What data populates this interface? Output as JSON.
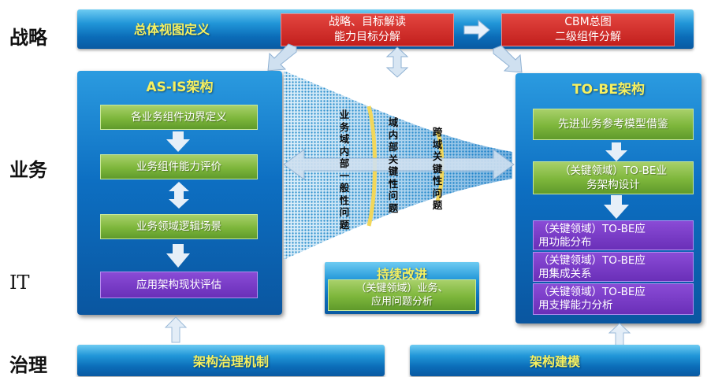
{
  "rows": {
    "strategy": "战略",
    "business": "业务",
    "it": "IT",
    "governance": "治理"
  },
  "strategy_bar": {
    "title": "总体视图定义",
    "box1_line1": "战略、目标解读",
    "box1_line2": "能力目标分解",
    "box2_line1": "CBM总图",
    "box2_line2": "二级组件分解"
  },
  "as_is": {
    "title": "AS-IS架构",
    "steps": [
      "各业务组件边界定义",
      "业务组件能力评价",
      "业务领域逻辑场景"
    ],
    "it_step": "应用架构现状评估"
  },
  "funnel": {
    "col1": "业务域内部一般性问题",
    "col2": "域内部关键性问题",
    "col3": "跨域关键性问题"
  },
  "continuous": {
    "title": "持续改进",
    "line1": "（关键领域）业务、",
    "line2": "应用问题分析"
  },
  "to_be": {
    "title": "TO-BE架构",
    "step1": "先进业务参考模型借鉴",
    "step2_line1": "（关键领域）TO-BE业",
    "step2_line2": "务架构设计",
    "purple": [
      {
        "line1": "（关键领域）TO-BE应",
        "line2": "用功能分布"
      },
      {
        "line1": "（关键领域）TO-BE应",
        "line2": "用集成关系"
      },
      {
        "line1": "（关键领域）TO-BE应",
        "line2": "用支撑能力分析"
      }
    ]
  },
  "governance": {
    "left": "架构治理机制",
    "right": "架构建模"
  }
}
